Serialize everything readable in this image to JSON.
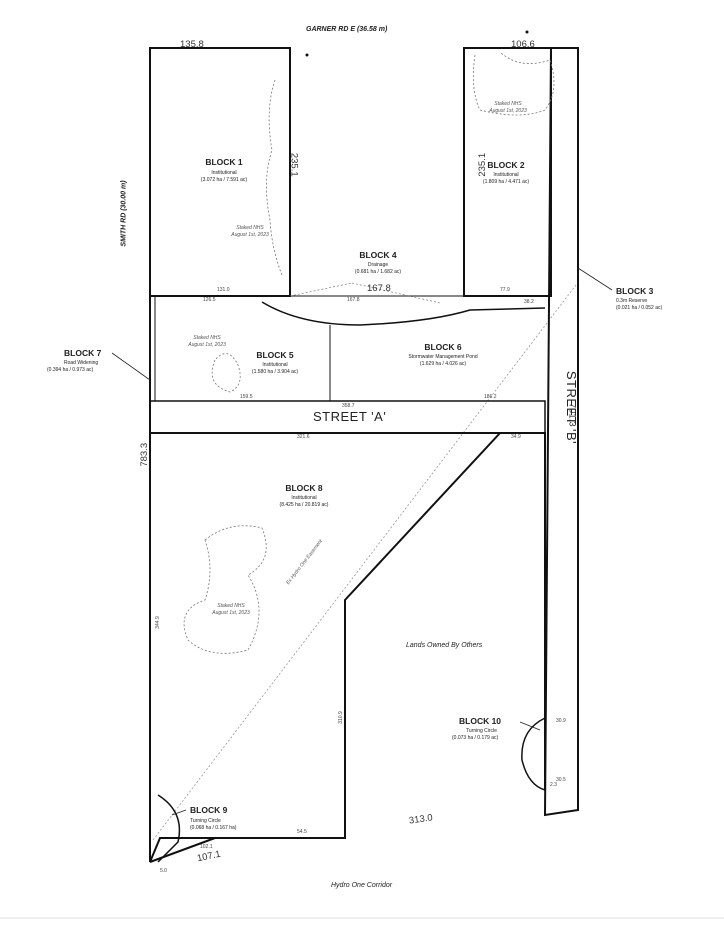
{
  "roads": {
    "top": "GARNER RD E (36.58 m)",
    "left": "SMITH RD (30.00 m)",
    "street_a": "STREET 'A'",
    "street_b": "STREET 'B'",
    "bottom": "Hydro One Corridor"
  },
  "blocks": {
    "b1": {
      "name": "BLOCK 1",
      "use": "Institutional",
      "area": "(3.072 ha / 7.591 ac)"
    },
    "b2": {
      "name": "BLOCK 2",
      "use": "Institutional",
      "area": "(1.809 ha / 4.471 ac)"
    },
    "b3": {
      "name": "BLOCK 3",
      "use": "0.3m Reserve",
      "area": "(0.021 ha / 0.052 ac)"
    },
    "b4": {
      "name": "BLOCK 4",
      "use": "Drainage",
      "area": "(0.681 ha / 1.682 ac)"
    },
    "b5": {
      "name": "BLOCK 5",
      "use": "Institutional",
      "area": "(1.580 ha / 3.904 ac)"
    },
    "b6": {
      "name": "BLOCK 6",
      "use": "Stormwater Management Pond",
      "area": "(1.629 ha / 4.026 ac)"
    },
    "b7": {
      "name": "BLOCK 7",
      "use": "Road Widening",
      "area": "(0.394 ha / 0.973 ac)"
    },
    "b8": {
      "name": "BLOCK 8",
      "use": "Institutional",
      "area": "(8.425 ha / 20.819 ac)"
    },
    "b9": {
      "name": "BLOCK 9",
      "use": "Turning Circle",
      "area": "(0.068 ha / 0.167 ha)"
    },
    "b10": {
      "name": "BLOCK 10",
      "use": "Turning Circle",
      "area": "(0.073 ha / 0.179 ac)"
    }
  },
  "notes": {
    "others": "Lands Owned By Others",
    "staked1": "Staked NHS",
    "staked1_date": "August 1st, 2023",
    "staked2": "Staked NHS",
    "staked2_date": "August 1st, 2023",
    "staked3": "Staked NHS",
    "staked3_date": "August 1st, 2023",
    "staked4": "Staked NHS",
    "staked4_date": "August 1st, 2023",
    "easement": "Ex Hydro One Easement"
  },
  "dims": {
    "top_left": "135.8",
    "top_right": "106.6",
    "b1_vert": "235.1",
    "b2_vert": "235.1",
    "b4_width": "167.8",
    "street_b_len": "701.3",
    "west_len": "783.3",
    "bottom_len": "107.1",
    "south_misc": "313.0",
    "b5_south": "159.5",
    "b6_south": "186.2",
    "street_a_len": "358.7",
    "b8_north": "321.6",
    "b4_north": "167.8",
    "b5_north": "126.5",
    "b1_south": "131.0",
    "b2_south": "77.9",
    "b6_north": "38.2",
    "b8_east": "34.9",
    "b8_south": "54.5",
    "b8_west": "344.9",
    "b8_inner": "310.9",
    "b10_south": "30.5",
    "b10_north": "30.9",
    "b9_south": "102.1",
    "b9_tag": "5.0",
    "b10_tag": "2.3"
  }
}
